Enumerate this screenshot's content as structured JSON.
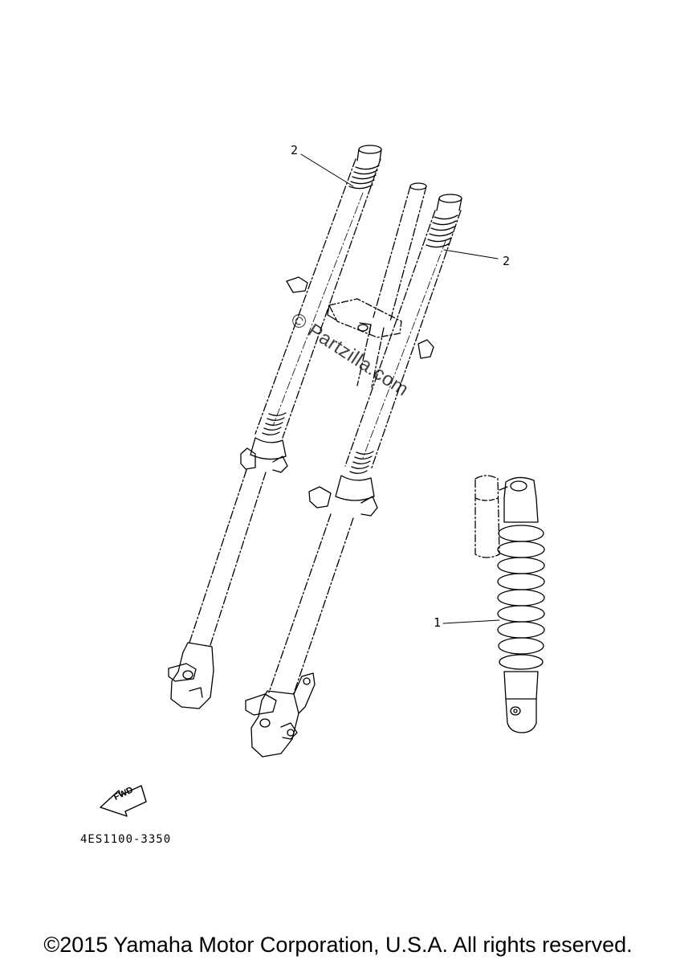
{
  "callouts": {
    "shock_absorber": "1",
    "fork_spring_left": "2",
    "fork_spring_right": "2"
  },
  "watermark": "© Partzilla.com",
  "fwd_label": "FWD",
  "part_number": "4ES1100-3350",
  "copyright": "©2015 Yamaha Motor Corporation, U.S.A. All rights reserved."
}
